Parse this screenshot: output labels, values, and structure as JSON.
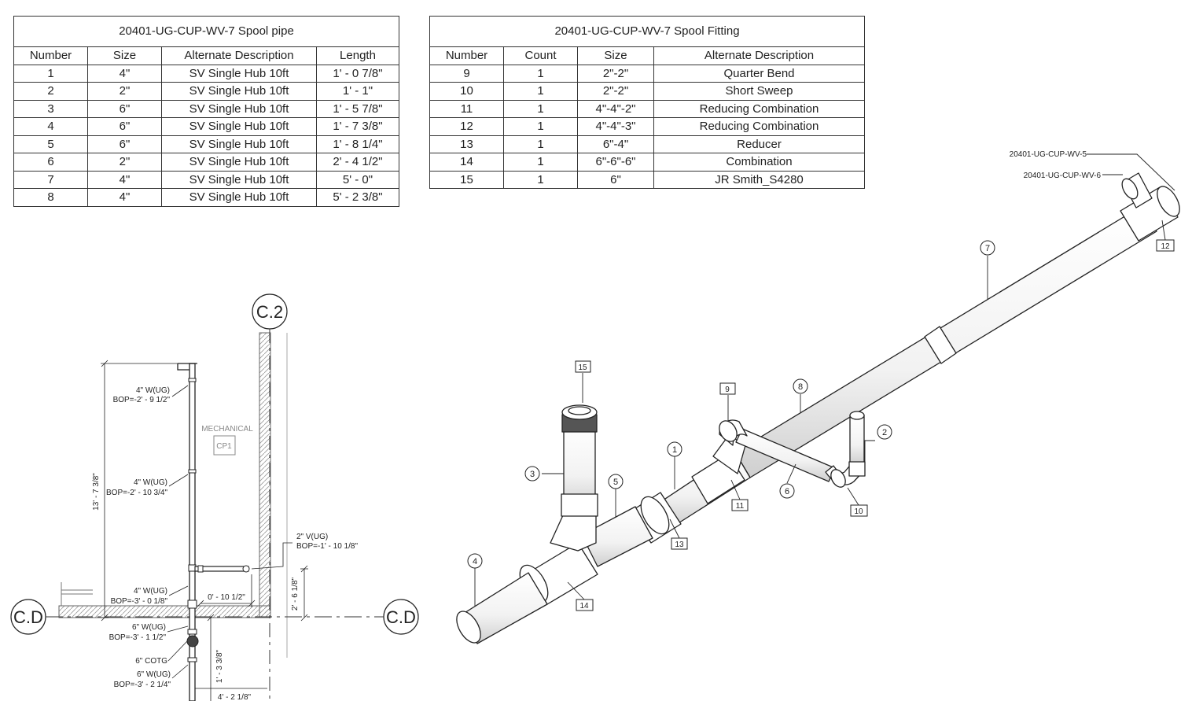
{
  "pipe_table": {
    "title": "20401-UG-CUP-WV-7 Spool pipe",
    "headers": [
      "Number",
      "Size",
      "Alternate Description",
      "Length"
    ],
    "rows": [
      [
        "1",
        "4\"",
        "SV Single Hub 10ft",
        "1' - 0 7/8\""
      ],
      [
        "2",
        "2\"",
        "SV Single Hub 10ft",
        "1' - 1\""
      ],
      [
        "3",
        "6\"",
        "SV Single Hub 10ft",
        "1' - 5 7/8\""
      ],
      [
        "4",
        "6\"",
        "SV Single Hub 10ft",
        "1' - 7 3/8\""
      ],
      [
        "5",
        "6\"",
        "SV Single Hub 10ft",
        "1' - 8 1/4\""
      ],
      [
        "6",
        "2\"",
        "SV Single Hub 10ft",
        "2' - 4 1/2\""
      ],
      [
        "7",
        "4\"",
        "SV Single Hub 10ft",
        "5' - 0\""
      ],
      [
        "8",
        "4\"",
        "SV Single Hub 10ft",
        "5' - 2 3/8\""
      ]
    ]
  },
  "fitting_table": {
    "title": "20401-UG-CUP-WV-7 Spool Fitting",
    "headers": [
      "Number",
      "Count",
      "Size",
      "Alternate Description"
    ],
    "rows": [
      [
        "9",
        "1",
        "2\"-2\"",
        "Quarter Bend"
      ],
      [
        "10",
        "1",
        "2\"-2\"",
        "Short Sweep"
      ],
      [
        "11",
        "1",
        "4\"-4\"-2\"",
        "Reducing Combination"
      ],
      [
        "12",
        "1",
        "4\"-4\"-3\"",
        "Reducing Combination"
      ],
      [
        "13",
        "1",
        "6\"-4\"",
        "Reducer"
      ],
      [
        "14",
        "1",
        "6\"-6\"-6\"",
        "Combination"
      ],
      [
        "15",
        "1",
        "6\"",
        "JR Smith_S4280"
      ]
    ]
  },
  "plan": {
    "grid_c2": "C.2",
    "grid_cd": "C.D",
    "room_name": "MECHANICAL",
    "room_number": "CP1",
    "notes": [
      {
        "line1": "4\" W(UG)",
        "line2": "BOP=-2' - 9 1/2\""
      },
      {
        "line1": "4\" W(UG)",
        "line2": "BOP=-2' - 10 3/4\""
      },
      {
        "line1": "2\" V(UG)",
        "line2": "BOP=-1' - 10 1/8\""
      },
      {
        "line1": "4\" W(UG)",
        "line2": "BOP=-3' - 0 1/8\""
      },
      {
        "line1": "6\" W(UG)",
        "line2": "BOP=-3' - 1 1/2\""
      },
      {
        "line1": "6\" COTG",
        "line2": ""
      },
      {
        "line1": "6\" W(UG)",
        "line2": "BOP=-3' - 2 1/4\""
      }
    ],
    "dims": {
      "vertical_main": "13' - 7 3/8\"",
      "horizontal_branch": "0' - 10 1/2\"",
      "vertical_branch": "2' - 6 1/8\"",
      "vertical_lower": "1' - 3 3/8\"",
      "horizontal_lower": "4' - 2 1/8\""
    }
  },
  "iso": {
    "spool_labels": [
      "20401-UG-CUP-WV-5",
      "20401-UG-CUP-WV-6"
    ],
    "pipe_tags": [
      "1",
      "2",
      "3",
      "4",
      "5",
      "6",
      "7",
      "8"
    ],
    "fitting_tags": [
      "9",
      "10",
      "11",
      "12",
      "13",
      "14",
      "15"
    ]
  }
}
